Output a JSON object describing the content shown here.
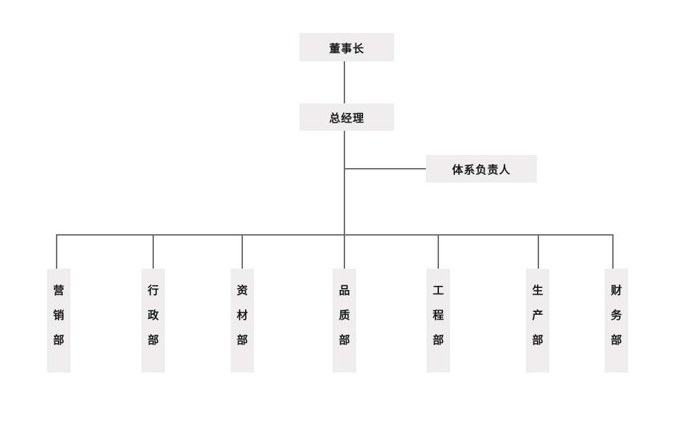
{
  "chairman": "董事长",
  "general_manager": "总经理",
  "system_head": "体系负责人",
  "departments": [
    [
      "营",
      "销",
      "部"
    ],
    [
      "行",
      "政",
      "部"
    ],
    [
      "资",
      "材",
      "部"
    ],
    [
      "品",
      "质",
      "部"
    ],
    [
      "工",
      "程",
      "部"
    ],
    [
      "生",
      "产",
      "部"
    ],
    [
      "财",
      "务",
      "部"
    ]
  ],
  "colors": {
    "box_fill": "#efedee",
    "connector": "#6d6d6d",
    "text": "#1a1a1a"
  }
}
